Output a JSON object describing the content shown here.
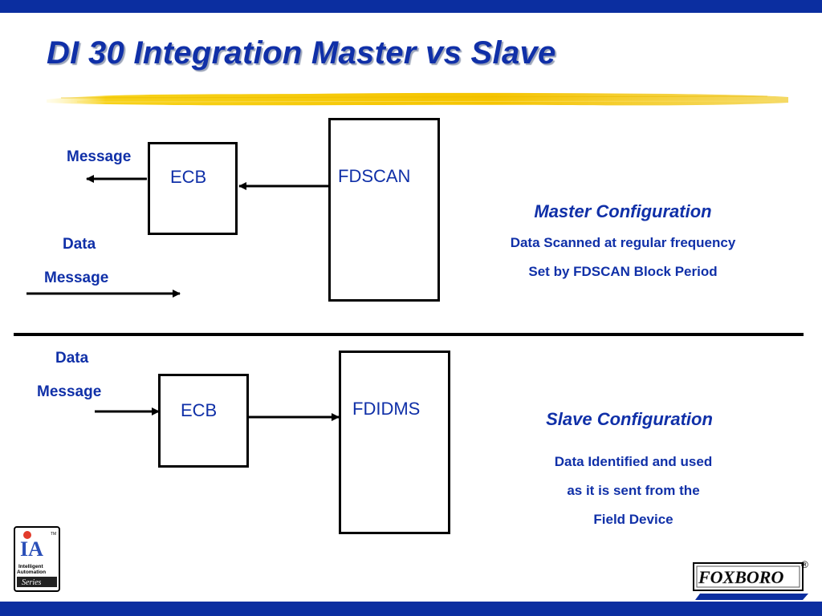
{
  "slide": {
    "title": "DI 30 Integration Master vs Slave"
  },
  "master": {
    "message_label": "Message",
    "ecb_label": "ECB",
    "fdscan_label": "FDSCAN",
    "data_label": "Data",
    "data_message_label": "Message",
    "config_title": "Master Configuration",
    "config_lines": [
      "Data Scanned at regular frequency",
      "Set by FDSCAN Block Period"
    ]
  },
  "slave": {
    "data_label": "Data",
    "data_message_label": "Message",
    "ecb_label": "ECB",
    "fdidms_label": "FDIDMS",
    "config_title": "Slave Configuration",
    "config_lines": [
      "Data Identified and used",
      "as it is sent from the",
      "Field Device"
    ]
  },
  "logos": {
    "ia_logo_text": [
      "IA",
      "Intelligent",
      "Automation",
      "Series",
      "TM"
    ],
    "foxboro_logo_text": "FOXBORO",
    "registered_mark": "®"
  },
  "colors": {
    "brand_blue": "#0b2ea0",
    "text_blue": "#1030a8",
    "highlight_yellow": "#f5c400"
  }
}
